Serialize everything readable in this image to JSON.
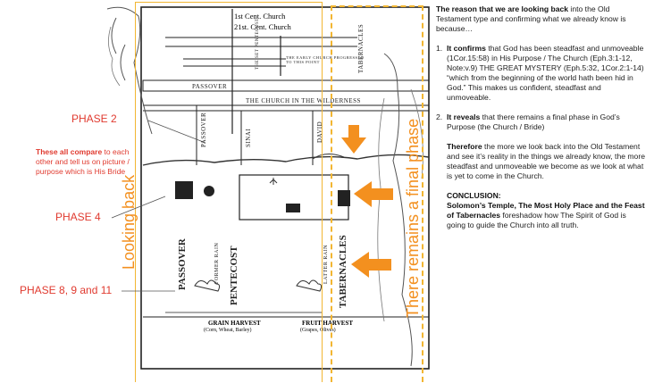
{
  "colors": {
    "accent_orange": "#f3901f",
    "label_red": "#e03a2f",
    "line_gold": "#f2b632"
  },
  "chart": {
    "title_line1": "1st Cent. Church",
    "title_line2": "21st. Cent. Church",
    "church_progress": "THE EARLY CHURCH PROGRESSED TO THIS POINT",
    "the_set_pentecost": "THE SET PENTECOST",
    "tabernacles_top": "TABERNACLES",
    "passover_bar": "PASSOVER",
    "wilderness": "THE CHURCH IN THE WILDERNESS",
    "vert_passover": "PASSOVER",
    "vert_sinai": "SINAI",
    "vert_david": "DAVID",
    "vert_passover_big": "PASSOVER",
    "vert_pentecost_big": "PENTECOST",
    "vert_tabernacles_big": "TABERNACLES",
    "former_rain": "FORMER RAIN",
    "latter_rain": "LATTER RAIN",
    "grain_harvest": "GRAIN HARVEST",
    "grain_sub": "(Corn, Wheat, Barley)",
    "fruit_harvest": "FRUIT HARVEST",
    "fruit_sub": "(Grapes, Olives)"
  },
  "left_labels": {
    "phase2": "PHASE 2",
    "compare_bold": "These all compare",
    "compare_rest": " to each other and tell us on picture / purpose which is His Bride",
    "phase4": "PHASE 4",
    "phase8": "PHASE 8, 9 and 11"
  },
  "vertical_labels": {
    "looking_back": "Looking back",
    "final_phase": "There remains a final phase"
  },
  "right_text": {
    "intro_bold": "The reason that we are looking back",
    "intro_rest": " into the Old Testament type and confirming what we already know is because…",
    "item1_num": "1.",
    "item1_bold": "It confirms",
    "item1_rest": " that God has been steadfast and unmoveable (1Cor.15:58) in His Purpose / The Church (Eph.3:1-12, Note:v.9) THE GREAT MYSTERY (Eph.5:32, 1Cor.2:1-14) “which from the beginning of the world hath been hid in God.” This makes us confident, steadfast and unmoveable.",
    "item2_num": "2.",
    "item2_bold": "It reveals",
    "item2_rest": " that there remains a final phase in God’s Purpose (the Church / Bride)",
    "therefore_bold": "Therefore",
    "therefore_rest": " the more we look back into the Old Testament and see it’s reality in the things we already know, the more steadfast and unmoveable we become as we look at what is yet to come in the Church.",
    "conclusion_label": "CONCLUSION:",
    "conclusion_bold": "Solomon’s Temple, The Most Holy Place and the Feast of Tabernacles",
    "conclusion_rest": " foreshadow how The Spirit of God is going to guide the Church into all truth."
  }
}
